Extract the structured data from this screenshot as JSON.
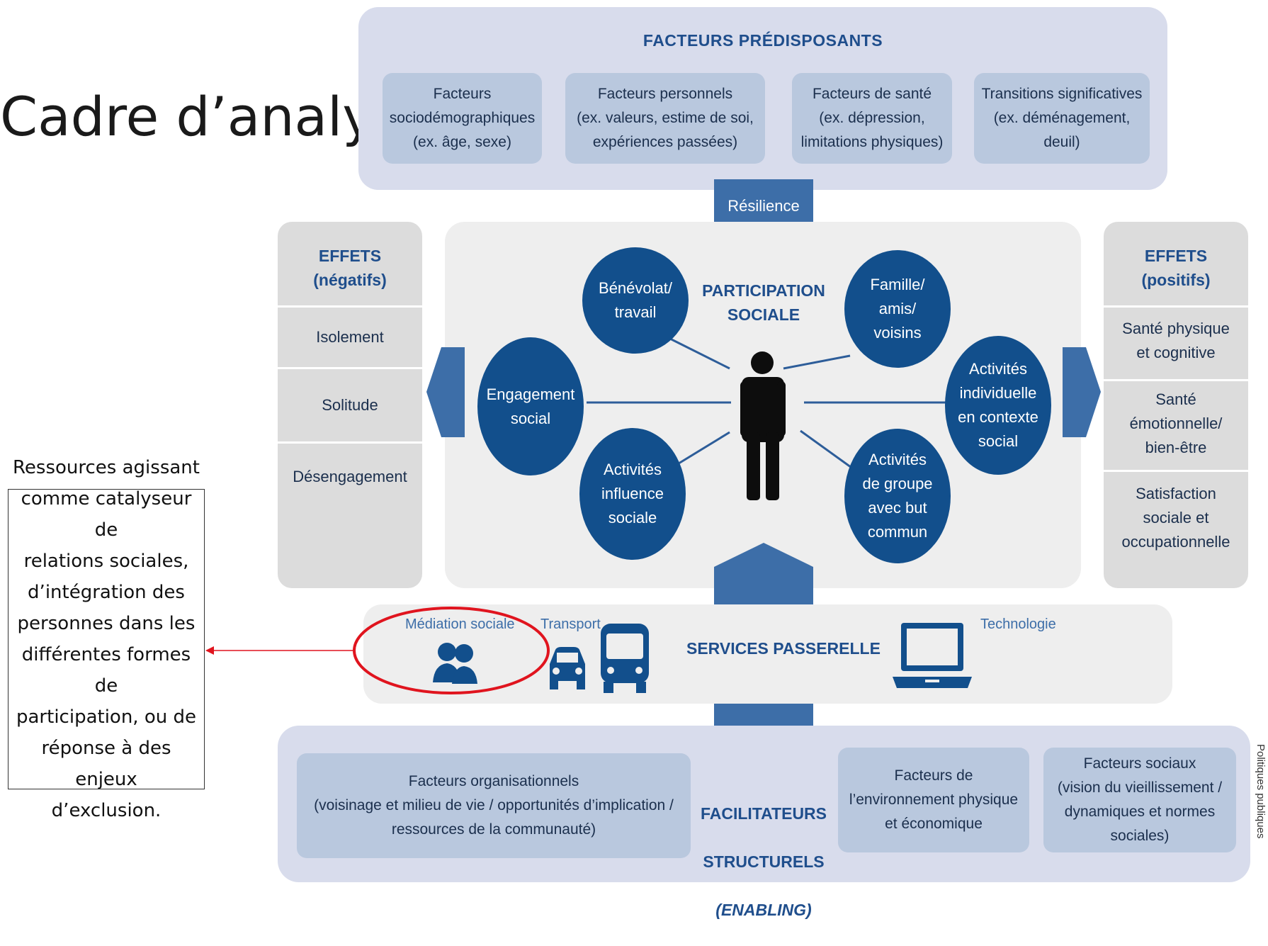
{
  "slide_title": "Cadre d’analyse",
  "predisposing": {
    "title": "FACTEURS PRÉDISPOSANTS",
    "cards": [
      "Facteurs\nsociodémographiques\n(ex. âge, sexe)",
      "Facteurs personnels\n(ex. valeurs, estime de soi,\nexpériences passées)",
      "Facteurs de santé\n(ex. dépression,\nlimitations physiques)",
      "Transitions significatives\n(ex. déménagement,\ndeuil)"
    ]
  },
  "resilience": "Résilience",
  "effects_negative": {
    "title": "EFFETS\n(négatifs)",
    "items": [
      "Isolement",
      "Solitude",
      "Désengagement"
    ]
  },
  "effects_positive": {
    "title": "EFFETS\n(positifs)",
    "items": [
      "Santé physique\net cognitive",
      "Santé\némotionnelle/\nbien-être",
      "Satisfaction\nsociale et\noccupationnelle"
    ]
  },
  "participation": {
    "title": "PARTICIPATION\nSOCIALE",
    "circles": {
      "benevolat": "Bénévolat/\ntravail",
      "engagement": "Engagement\nsocial",
      "influence": "Activités\ninfluence\nsociale",
      "famille": "Famille/\namis/\nvoisins",
      "individuelle": "Activités\nindividuelle\nen contexte\nsocial",
      "groupe": "Activités\nde groupe\navec but\ncommun"
    }
  },
  "services": {
    "title": "SERVICES PASSERELLE",
    "mediation": "Médiation sociale",
    "transport": "Transport",
    "technologie": "Technologie"
  },
  "facilitators": {
    "title_line1": "FACILITATEURS",
    "title_line2": "STRUCTURELS",
    "title_line3": "(ENABLING)",
    "organisational": "Facteurs organisationnels\n(voisinage et milieu de vie / opportunités d’implication /\nressources de la communauté)",
    "environment": "Facteurs de\nl’environnement physique\net économique",
    "social": "Facteurs sociaux\n(vision du vieillissement /\ndynamiques et normes\nsociales)"
  },
  "callout": "Ressources agissant\ncomme catalyseur de\nrelations sociales,\nd’intégration des\npersonnes dans les\ndifférentes formes de\nparticipation, ou de\nréponse à des enjeux\nd’exclusion.",
  "vertical_credit": "Politiques publiques",
  "colors": {
    "dark_blue": "#124f8c",
    "mid_blue": "#3d6ea8",
    "light_blue_card": "#b9c8de",
    "lavender_band": "#d8dcec",
    "grey_panel": "#dcdcdc",
    "highlight_red": "#e0141e"
  }
}
